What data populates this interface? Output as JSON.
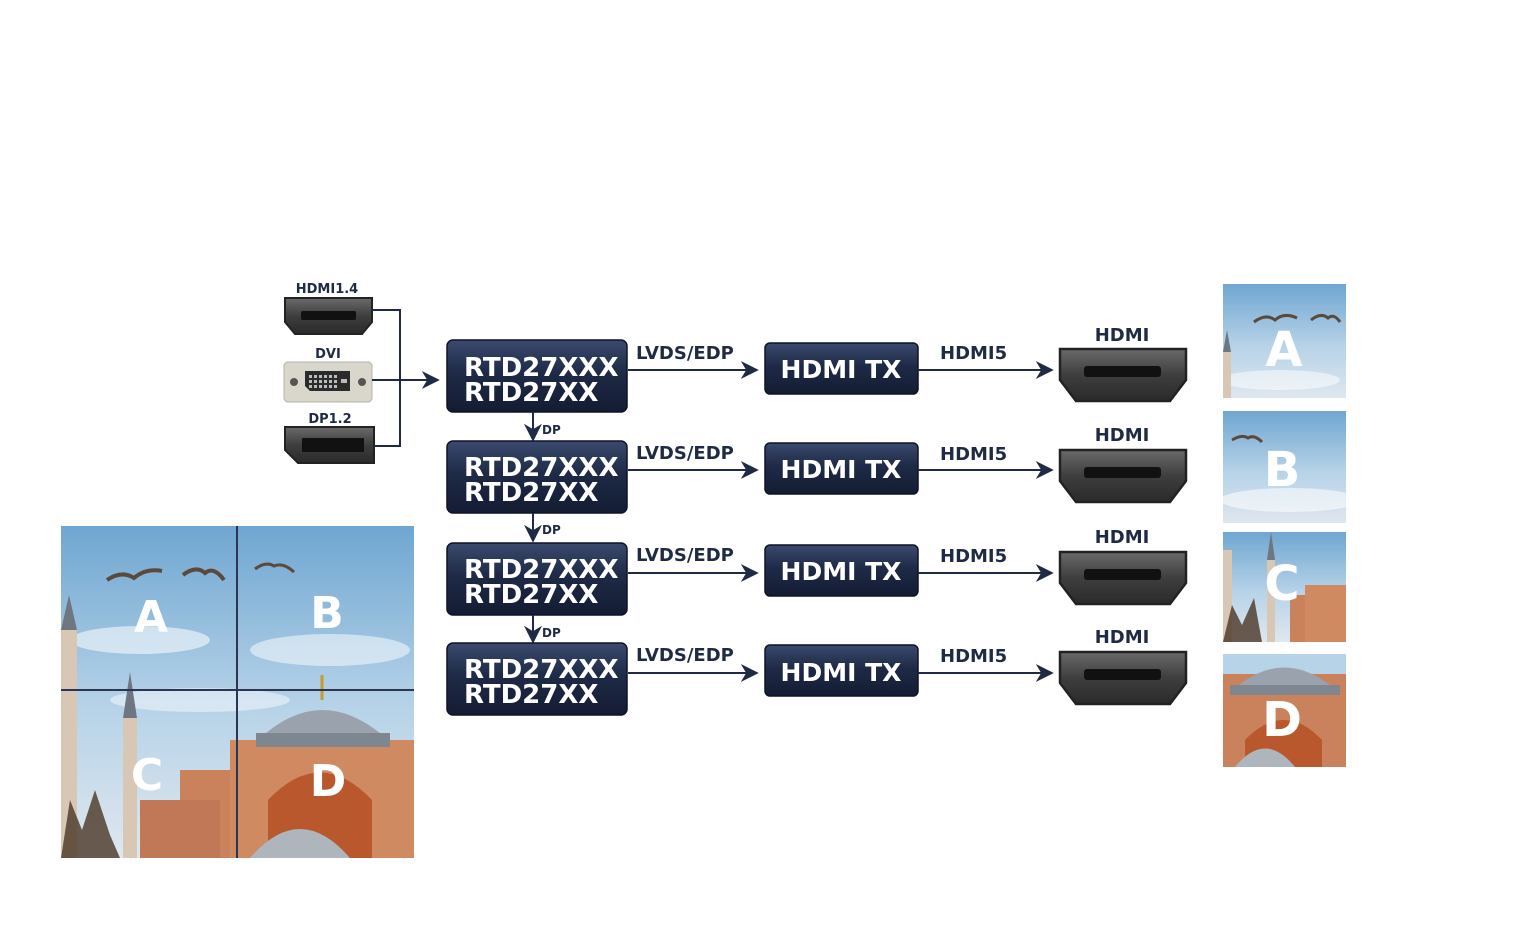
{
  "inputs": {
    "hdmi_label": "HDMI1.4",
    "dvi_label": "DVI",
    "dp_label": "DP1.2"
  },
  "rows": [
    {
      "chip_line1": "RTD27XXX",
      "chip_line2": "RTD27XX",
      "link": "LVDS/EDP",
      "tx": "HDMI TX",
      "out_link": "HDMI5",
      "out_label": "HDMI",
      "chain": "DP"
    },
    {
      "chip_line1": "RTD27XXX",
      "chip_line2": "RTD27XX",
      "link": "LVDS/EDP",
      "tx": "HDMI TX",
      "out_link": "HDMI5",
      "out_label": "HDMI",
      "chain": "DP"
    },
    {
      "chip_line1": "RTD27XXX",
      "chip_line2": "RTD27XX",
      "link": "LVDS/EDP",
      "tx": "HDMI TX",
      "out_link": "HDMI5",
      "out_label": "HDMI",
      "chain": "DP"
    },
    {
      "chip_line1": "RTD27XXX",
      "chip_line2": "RTD27XX",
      "link": "LVDS/EDP",
      "tx": "HDMI TX",
      "out_link": "HDMI5",
      "out_label": "HDMI"
    }
  ],
  "source_image": {
    "quadrants": [
      "A",
      "B",
      "C",
      "D"
    ]
  },
  "outputs": [
    "A",
    "B",
    "C",
    "D"
  ],
  "colors": {
    "chip": "#1e2a47",
    "ink": "#1f2a44",
    "sky": "#a9cbe3",
    "building": "#c9825c",
    "dome": "#9aa3ad"
  }
}
